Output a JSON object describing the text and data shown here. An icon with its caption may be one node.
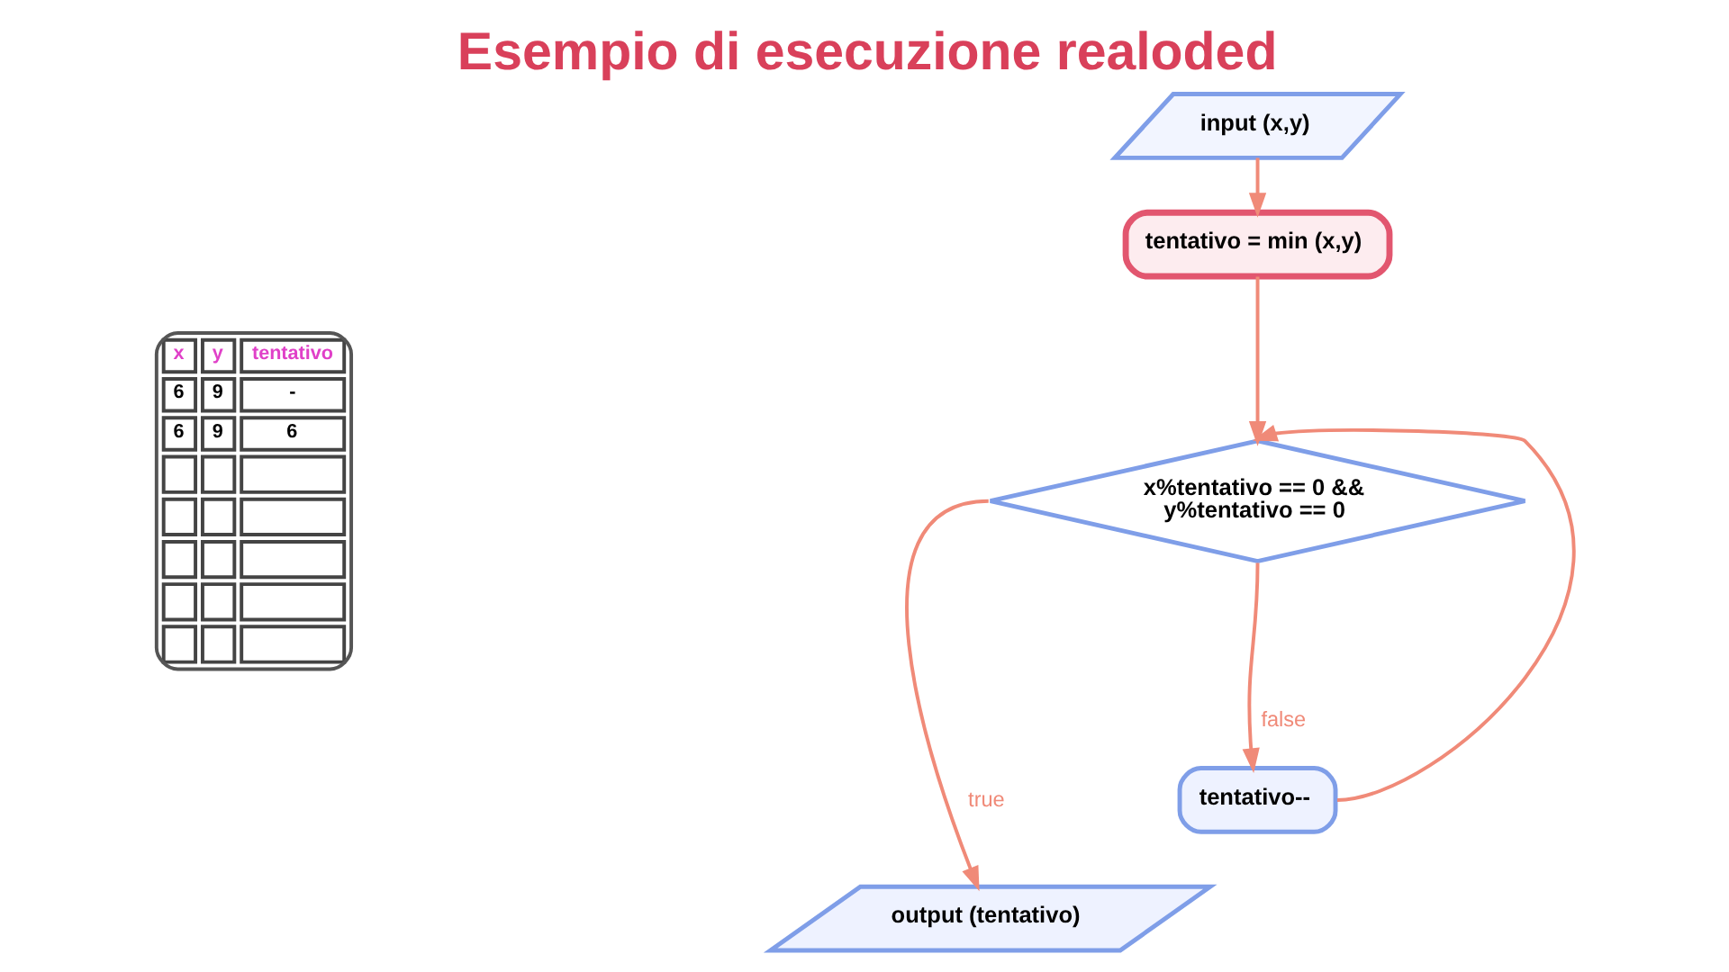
{
  "diagram": {
    "title": "Esempio di esecuzione realoded",
    "nodes": [
      {
        "text": [
          "input (x,y)"
        ]
      },
      {
        "text": [
          "tentativo = min (x,y)"
        ]
      },
      {
        "text": [
          "x%tentativo == 0 && y%tentativo == 0"
        ]
      },
      {
        "text": [
          "tentativo--"
        ]
      },
      {
        "text": [
          "output (tentativo)"
        ]
      }
    ],
    "edges": [
      {
        "from": 0,
        "to": 1,
        "arrow": "to"
      },
      {
        "from": 1,
        "to": 2,
        "arrow": "to"
      },
      {
        "from": 2,
        "to": 4,
        "arrow": "to",
        "label": "true"
      },
      {
        "from": 2,
        "to": 3,
        "arrow": "to",
        "label": "false"
      },
      {
        "from": 3,
        "to": 2,
        "arrow": "to"
      }
    ],
    "labels": [
      "x",
      "y",
      "tentativo",
      "6",
      "9",
      "-",
      "6",
      "9",
      "6"
    ]
  }
}
